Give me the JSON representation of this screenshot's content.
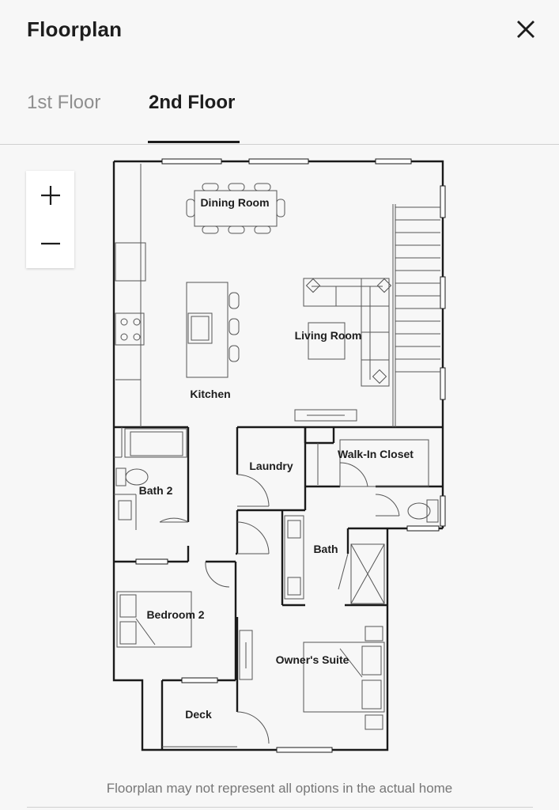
{
  "header": {
    "title": "Floorplan",
    "close_icon": "close-icon"
  },
  "tabs": [
    {
      "label": "1st Floor",
      "active": false
    },
    {
      "label": "2nd Floor",
      "active": true
    }
  ],
  "zoom": {
    "in_icon": "plus-icon",
    "out_icon": "minus-icon"
  },
  "rooms": {
    "dining": "Dining Room",
    "living": "Living Room",
    "kitchen": "Kitchen",
    "laundry": "Laundry",
    "walkin": "Walk-In Closet",
    "bath2": "Bath 2",
    "bath": "Bath",
    "bedroom2": "Bedroom 2",
    "owners": "Owner's Suite",
    "deck": "Deck"
  },
  "disclaimer": "Floorplan may not represent all options in the actual home"
}
